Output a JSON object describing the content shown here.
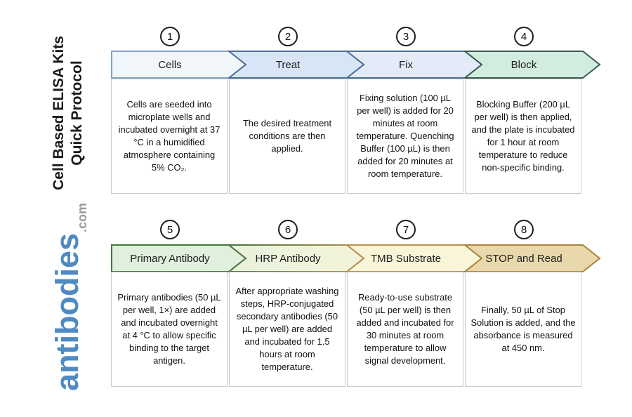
{
  "sidebar": {
    "title_line1": "Cell Based ELISA Kits",
    "title_line2": "Quick Protocol",
    "logo": "antibodies",
    "logo_suffix": ".com",
    "logo_color": "#4f8bc2",
    "logo_suffix_color": "#9b9b9b"
  },
  "steps": [
    {
      "number": "1",
      "label": "Cells",
      "description": "Cells are seeded into microplate wells and incubated overnight at 37 °C in a humidified atmosphere containing 5% CO₂.",
      "fill": "#f1f6fb",
      "stroke": "#84a2c4"
    },
    {
      "number": "2",
      "label": "Treat",
      "description": "The desired treatment conditions are then applied.",
      "fill": "#d8e5f6",
      "stroke": "#4c6f98"
    },
    {
      "number": "3",
      "label": "Fix",
      "description": "Fixing solution (100 µL per well) is added for 20 minutes at room temperature. Quenching Buffer (100 µL) is then added for 20 minutes at room temperature.",
      "fill": "#e4ebf8",
      "stroke": "#4c6f98"
    },
    {
      "number": "4",
      "label": "Block",
      "description": "Blocking Buffer (200 µL per well) is then applied, and the plate is incubated for 1 hour at room temperature to reduce non-specific binding.",
      "fill": "#d2ecdf",
      "stroke": "#3d5a52"
    },
    {
      "number": "5",
      "label": "Primary Antibody",
      "description": "Primary antibodies (50 µL per well, 1×) are added and incubated overnight at 4 °C to allow specific binding to the target antigen.",
      "fill": "#dff0dc",
      "stroke": "#477342"
    },
    {
      "number": "6",
      "label": "HRP Antibody",
      "description": "After appropriate washing steps, HRP-conjugated secondary antibodies (50 µL per well) are added and incubated for 1.5 hours at room temperature.",
      "fill": "#e9f2dd",
      "fill_end": "#f3f4d9",
      "stroke": "#477342",
      "stroke_end": "#b3914d"
    },
    {
      "number": "7",
      "label": "TMB Substrate",
      "description": "Ready-to-use substrate (50 µL per well) is then added and incubated for 30 minutes at room temperature to allow signal development.",
      "fill": "#f8f5d9",
      "stroke": "#b3914d"
    },
    {
      "number": "8",
      "label": "STOP and Read",
      "description": "Finally, 50 µL of Stop Solution is added, and the absorbance is measured at 450 nm.",
      "fill": "#e9d8ab",
      "stroke": "#a8853c"
    }
  ]
}
